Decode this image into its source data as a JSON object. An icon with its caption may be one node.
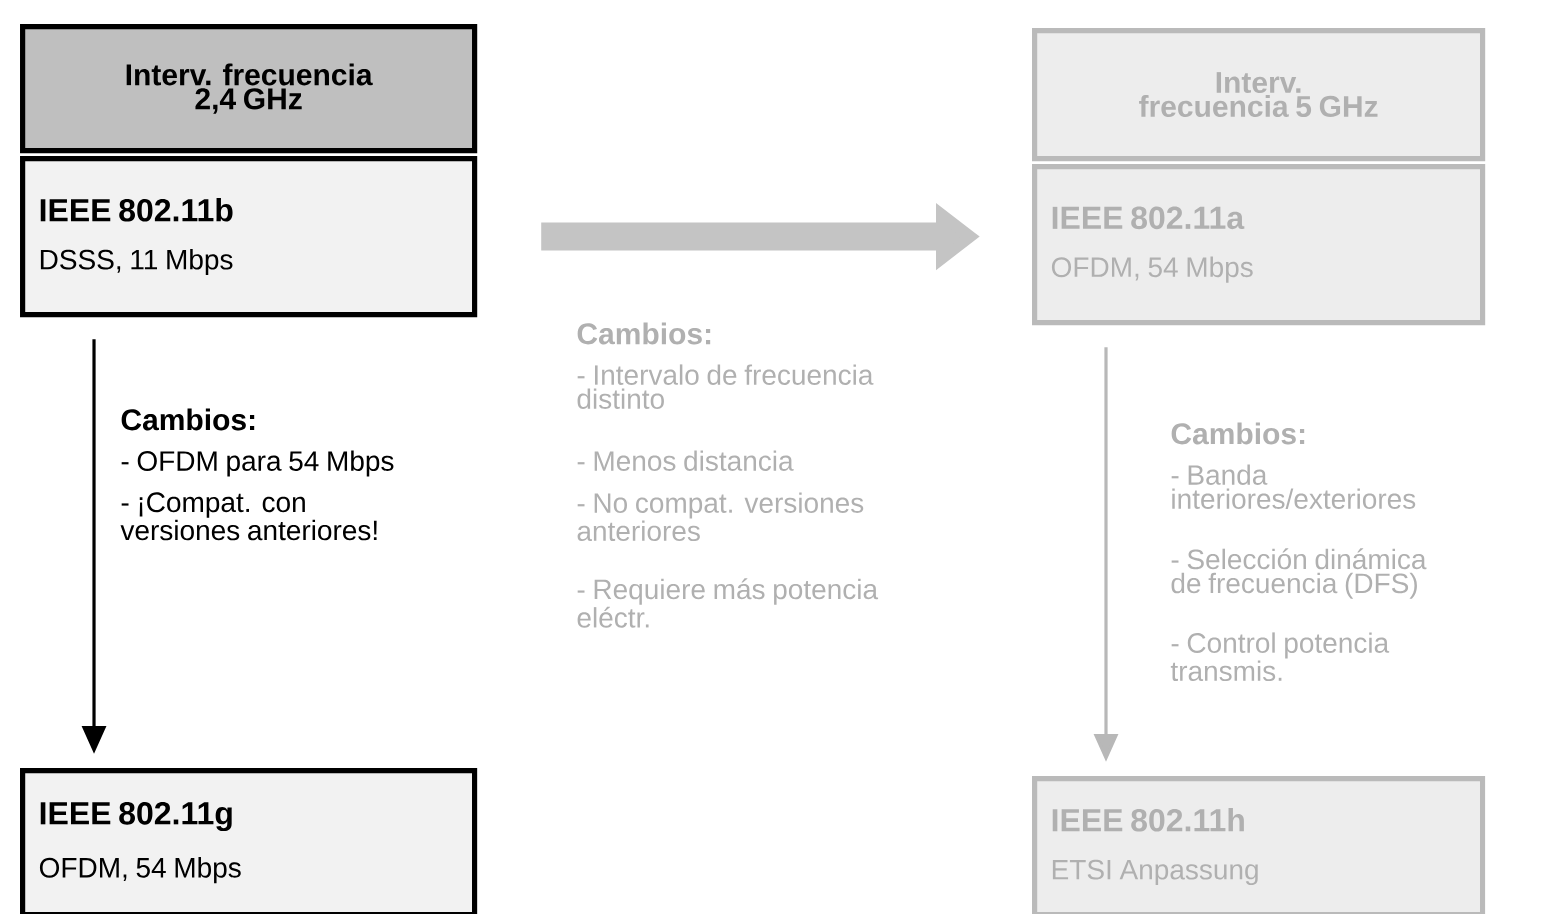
{
  "diagram": {
    "nodes": [
      {
        "text": [
          "Interv. frecuencia 2,4 GHz"
        ]
      },
      {
        "text": [
          "IEEE 802.11b",
          "DSSS, 11 Mbps"
        ]
      },
      {
        "text": [
          "IEEE 802.11g",
          "OFDM, 54 Mbps"
        ]
      },
      {
        "text": [
          "Interv. frecuencia 5 GHz"
        ]
      },
      {
        "text": [
          "IEEE 802.11a",
          "OFDM, 54 Mbps"
        ]
      },
      {
        "text": [
          "IEEE 802.11h",
          "ETSI Anpassung"
        ]
      }
    ],
    "edges": [
      {
        "from": 1,
        "to": 2,
        "arrow": "to"
      },
      {
        "from": 1,
        "to": 4,
        "arrow": "to",
        "style": "thick",
        "color": "#c4c4c4"
      },
      {
        "from": 4,
        "to": 5,
        "arrow": "to",
        "color": "#b8b8b8"
      }
    ],
    "labels": [
      "Cambios:",
      "- OFDM para 54 Mbps",
      "- ¡Compat. con versiones anteriores!",
      "Cambios:",
      "- Intervalo de frecuencia distinto",
      "- Menos distancia",
      "- No compat. versiones anteriores",
      "- Requiere más potencia eléctr.",
      "Cambios:",
      "- Banda interiores/exteriores",
      "- Selección dinámica de frecuencia (DFS)",
      "- Control potencia transmis."
    ]
  }
}
